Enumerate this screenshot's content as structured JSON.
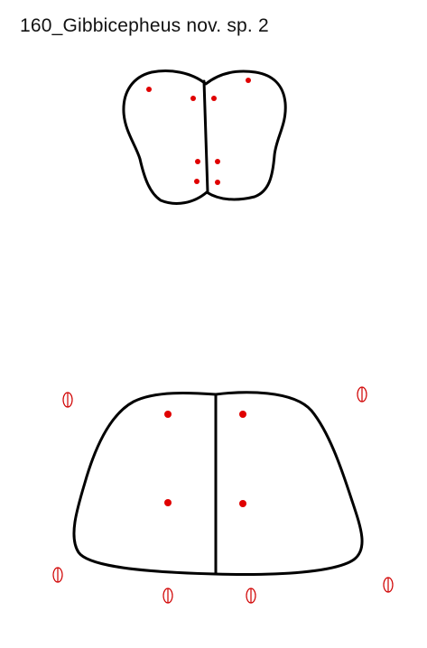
{
  "title": "160_Gibbicepheus nov. sp. 2",
  "colors": {
    "outline": "#000000",
    "seta_marker": "#e00000",
    "pore_marker": "#d00000",
    "background": "#ffffff"
  },
  "figures": [
    {
      "id": "upper-plate",
      "setae_count": 8
    },
    {
      "id": "lower-plate",
      "setae_count": 4,
      "pore_count": 6
    }
  ]
}
